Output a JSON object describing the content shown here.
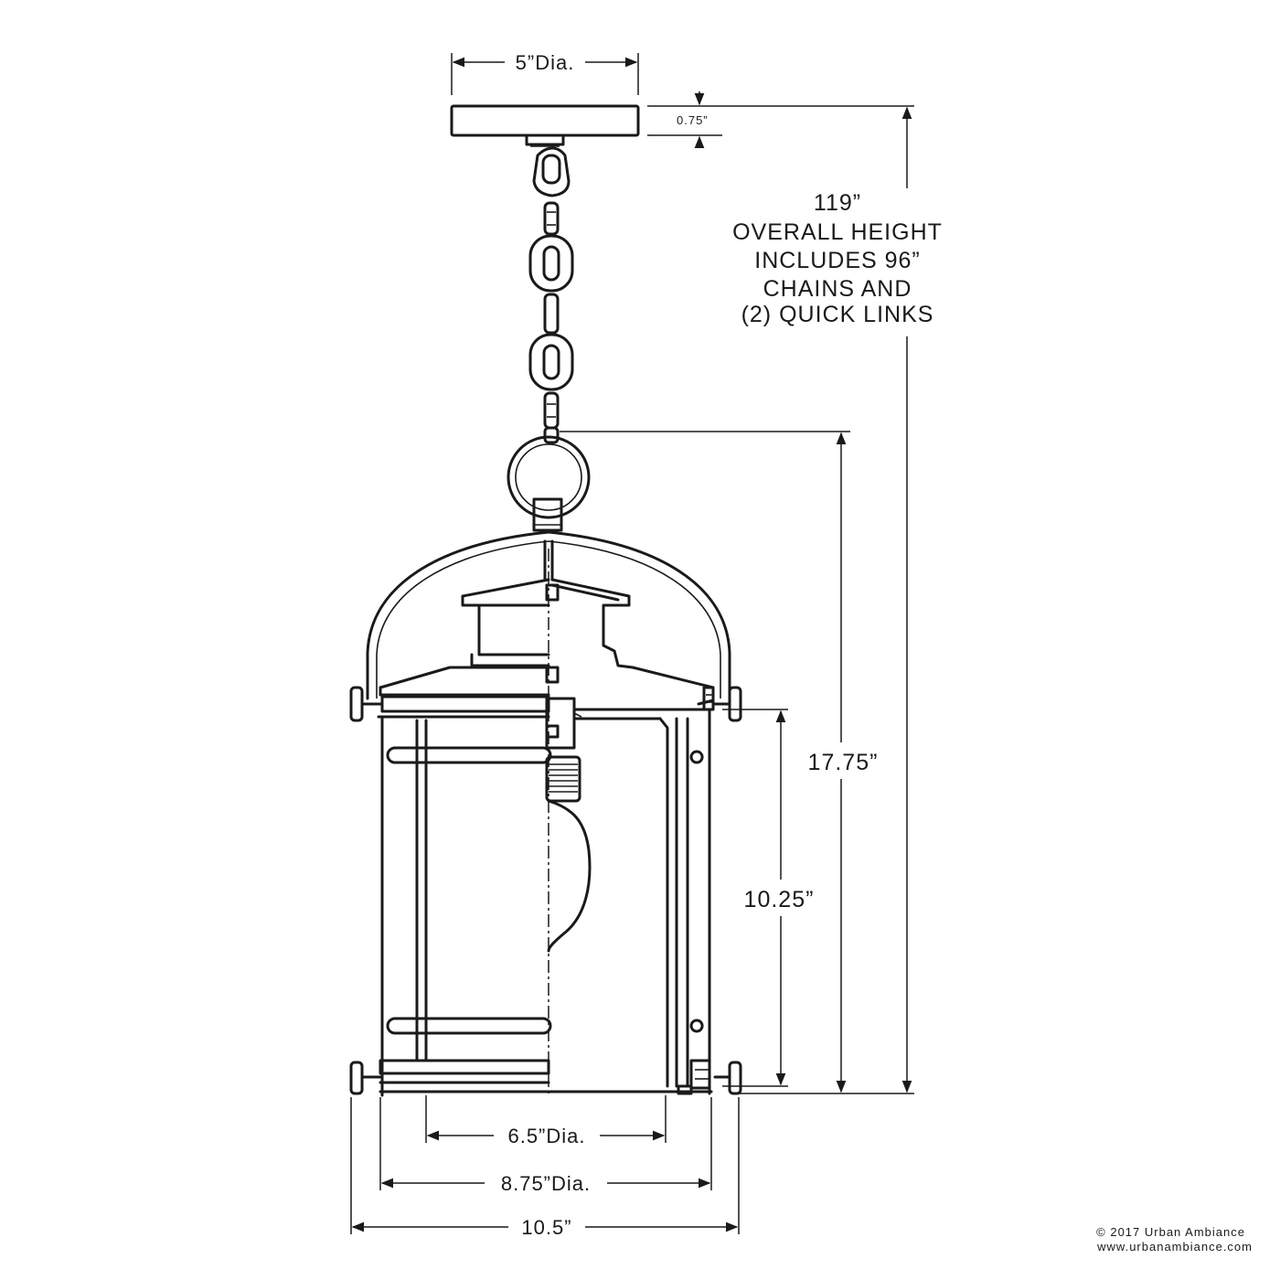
{
  "dimensions": {
    "canopy_diameter": "5”Dia.",
    "canopy_height": "0.75”",
    "overall_line1": "119”",
    "overall_line2": "OVERALL HEIGHT",
    "overall_line3": "INCLUDES 96”",
    "overall_line4": "CHAINS AND",
    "overall_line5": "(2) QUICK LINKS",
    "fixture_height": "17.75”",
    "glass_height": "10.25”",
    "glass_diameter": "6.5”Dia.",
    "body_diameter": "8.75”Dia.",
    "overall_width": "10.5”"
  },
  "footer": {
    "copyright": "© 2017 Urban Ambiance",
    "website": "www.urbanambiance.com"
  },
  "colors": {
    "line": "#1a1a1a",
    "background": "#ffffff"
  }
}
